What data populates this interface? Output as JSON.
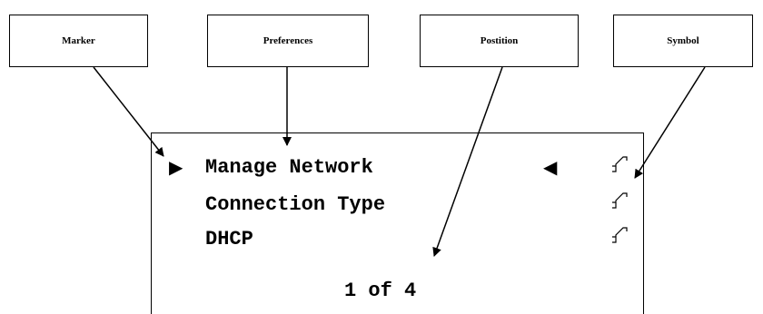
{
  "callouts": {
    "marker": "Marker",
    "preferences": "Preferences",
    "position": "Postition",
    "symbol": "Symbol"
  },
  "screen": {
    "items": [
      "Manage Network",
      "Connection Type",
      "DHCP"
    ],
    "position_text": "1 of 4",
    "marker_left": "▶",
    "marker_right": "◀",
    "symbol_icon": "wifi-signal-icon"
  }
}
